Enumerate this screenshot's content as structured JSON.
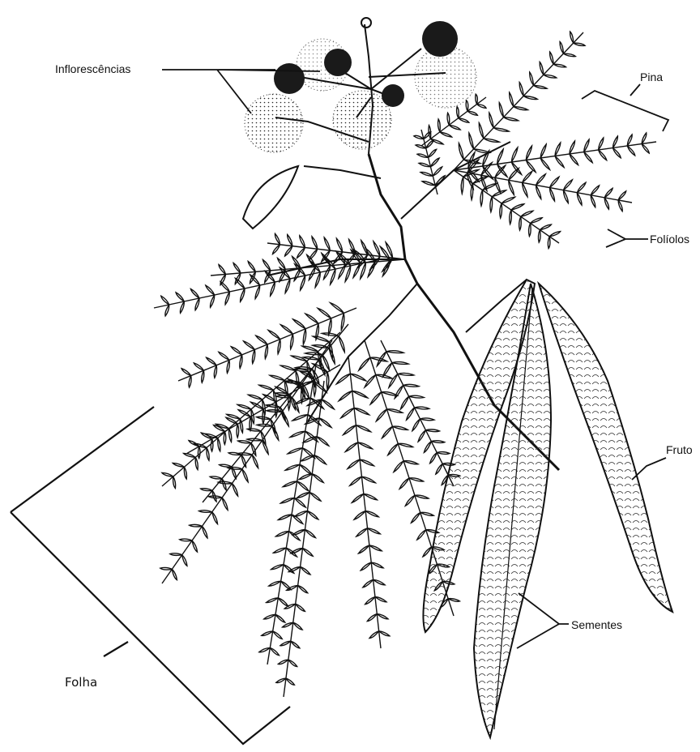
{
  "labels": {
    "inflorescencias": "Inflorescências",
    "pina": "Pina",
    "foliolos": "Folíolos",
    "fruto": "Fruto",
    "sementes": "Sementes",
    "folha": "Folha"
  },
  "colors": {
    "ink": "#111111",
    "background": "#ffffff"
  }
}
